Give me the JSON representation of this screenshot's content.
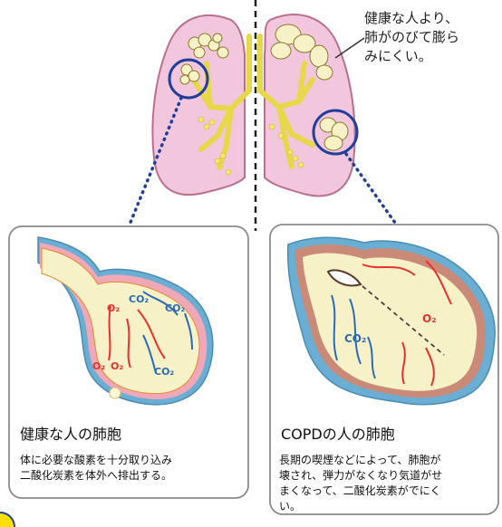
{
  "top": {
    "callout_lines": [
      "健康な人より、",
      "肺がのびて膨ら",
      "みにくい。"
    ]
  },
  "healthy": {
    "title": "健康な人の肺胞",
    "description_lines": [
      "体に必要な酸素を十分取り込み",
      "二酸化炭素を体外へ排出する。"
    ],
    "labels": [
      "CO₂",
      "CO₂",
      "O₂",
      "O₂",
      "O₂",
      "CO₂"
    ]
  },
  "copd": {
    "title": "COPDの人の肺胞",
    "description_lines": [
      "長期の喫煙などによって、肺胞が",
      "壊され、弾力がなくなり気道がせ",
      "まくなって、二酸化炭素がでにく",
      "い。"
    ],
    "labels": [
      "O₂",
      "CO₂"
    ]
  },
  "colors": {
    "lung_fill": "#f2c6dc",
    "lung_stroke": "#b9708e",
    "bronchi": "#f3e96a",
    "circle": "#1f3f9a",
    "alveolus_fill": "#f7f1c7",
    "alveolus_outer": "#6aaed3",
    "alveolus_inner": "#f0a8b8",
    "oxygen": "#e8302c",
    "co2": "#2d6bb5",
    "card_border": "#8a8a8a"
  }
}
